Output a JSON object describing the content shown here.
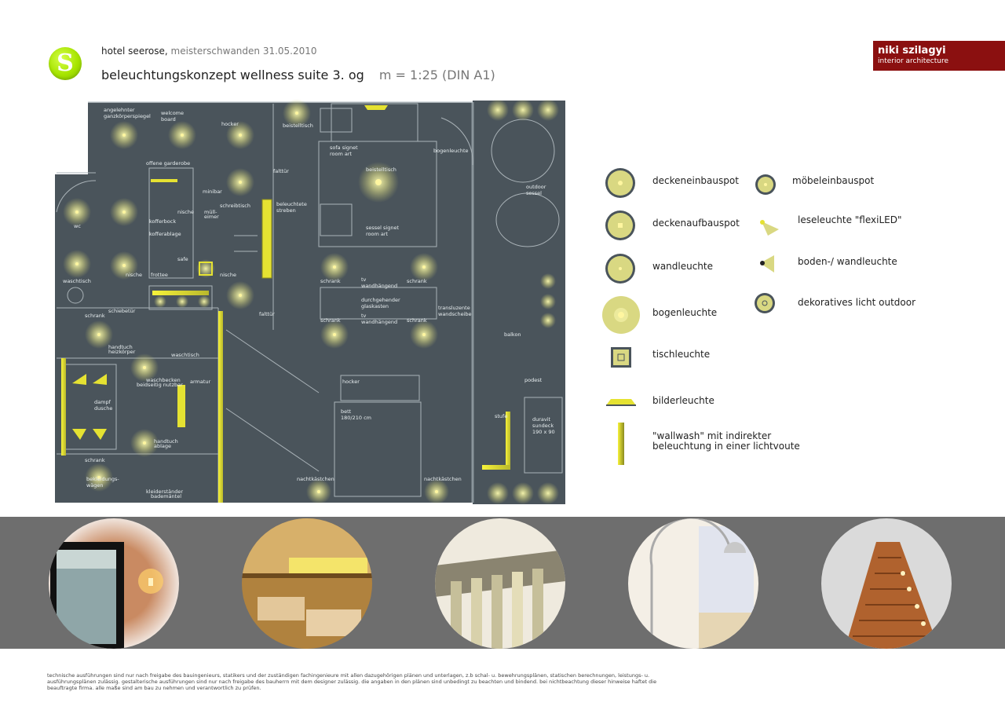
{
  "header": {
    "project": "hotel seerose,",
    "place_date": "meisterschwanden 31.05.2010",
    "title": "beleuchtungskonzept wellness suite 3. og",
    "scale": "m = 1:25 (DIN A1)"
  },
  "brand": {
    "name": "niki szilagyi",
    "subtitle": "interior architecture",
    "color": "#8b1010"
  },
  "logo": {
    "glyph": "S",
    "color": "#a6e400"
  },
  "colors": {
    "plan_bg": "#4a545b",
    "light_yellow": "#f2f03a",
    "glow": "#f5f39a",
    "band": "#6e6e6e"
  },
  "plan_labels": [
    "angelehnter",
    "ganzkörperspiegel",
    "welcome",
    "board",
    "hocker",
    "beistelltisch",
    "sofa signet",
    "room art",
    "bogenleuchte",
    "beistelltisch",
    "outdoor",
    "sessel",
    "offene garderobe",
    "minibar",
    "falttür",
    "schreibtisch",
    "beleuchtete",
    "streben",
    "wc",
    "nische",
    "müll-",
    "eimer",
    "kofferbock",
    "kofferablage",
    "safe",
    "frottee",
    "waschtisch",
    "nische",
    "nische",
    "sessel signet",
    "room art",
    "schrank",
    "tv",
    "wandhängend",
    "schrank",
    "durchgehender",
    "glaskasten",
    "tv",
    "wandhängend",
    "schrank",
    "schrank",
    "transluzente",
    "wandscheibe",
    "schiebetür",
    "schrank",
    "falttür",
    "balkon",
    "handtuch",
    "heizkörper",
    "waschtisch",
    "waschbecken",
    "beidseitig nutzbar",
    "armatur",
    "dampf",
    "dusche",
    "hocker",
    "podest",
    "bett",
    "180/210 cm",
    "stufe",
    "duravit",
    "sundeck",
    "190 x 90",
    "handtuch",
    "ablage",
    "schrank",
    "bekleidungs-",
    "wägen",
    "kleiderständer",
    "bademäntel",
    "nachtkästchen",
    "nachtkästchen"
  ],
  "legend": [
    {
      "label": "deckeneinbauspot",
      "icon": "ceiling-recessed-spot-icon"
    },
    {
      "label": "deckenaufbauspot",
      "icon": "ceiling-surface-spot-icon"
    },
    {
      "label": "wandleuchte",
      "icon": "wall-light-icon"
    },
    {
      "label": "bogenleuchte",
      "icon": "arc-lamp-icon"
    },
    {
      "label": "tischleuchte",
      "icon": "table-lamp-icon"
    },
    {
      "label": "bilderleuchte",
      "icon": "picture-light-icon"
    },
    {
      "label_line1": "\"wallwash\" mit indirekter",
      "label_line2": "beleuchtung in einer lichtvoute",
      "icon": "wallwash-icon"
    },
    {
      "label": "möbeleinbauspot",
      "icon": "furniture-spot-icon"
    },
    {
      "label": "leseleuchte \"flexiLED\"",
      "icon": "reading-light-icon"
    },
    {
      "label": "boden-/ wandleuchte",
      "icon": "floor-wall-light-icon"
    },
    {
      "label": "dekoratives licht outdoor",
      "icon": "decorative-outdoor-light-icon"
    }
  ],
  "photos": [
    {
      "name": "photo-mirror-wall-light"
    },
    {
      "name": "photo-washbasin-lighting"
    },
    {
      "name": "photo-illuminated-struts"
    },
    {
      "name": "photo-arc-lamp"
    },
    {
      "name": "photo-stair-lighting"
    }
  ],
  "disclaimer": "technische ausführungen sind nur nach freigabe des bauingenieurs, statikers und der zuständigen fachingenieure mit allen dazugehörigen plänen und unterlagen, z.b schal- u. bewehrungsplänen, statischen berechnungen, leistungs- u. ausführungsplänen zulässig. gestalterische ausführungen sind nur nach freigabe des bauherrn mit dem designer zulässig. die angaben in den plänen sind unbedingt zu beachten und bindend. bei nichtbeachtung dieser hinweise haftet die beauftragte firma. alle maße sind am bau zu nehmen und verantwortlich zu prüfen."
}
